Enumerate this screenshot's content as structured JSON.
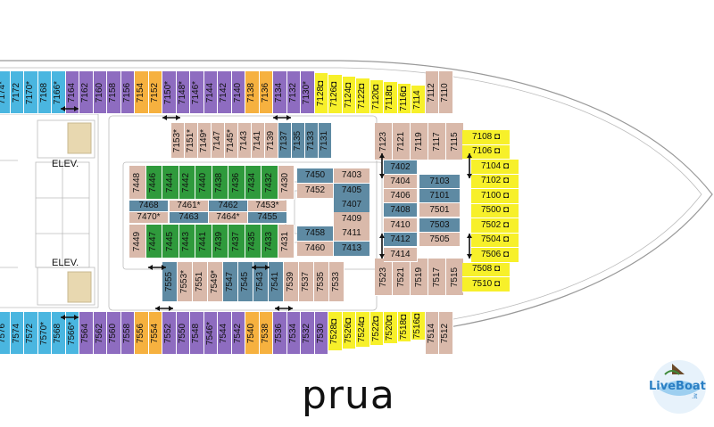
{
  "plan": {
    "top_row": [
      {
        "n": "7174",
        "m": "*",
        "c": "blue"
      },
      {
        "n": "7172",
        "m": "",
        "c": "blue"
      },
      {
        "n": "7170",
        "m": "*",
        "c": "blue"
      },
      {
        "n": "7168",
        "m": "",
        "c": "blue"
      },
      {
        "n": "7166",
        "m": "*",
        "c": "blue"
      },
      {
        "n": "7164",
        "m": "",
        "c": "purple"
      },
      {
        "n": "7162",
        "m": "",
        "c": "purple"
      },
      {
        "n": "7160",
        "m": "",
        "c": "purple"
      },
      {
        "n": "7158",
        "m": "",
        "c": "purple"
      },
      {
        "n": "7156",
        "m": "",
        "c": "purple"
      },
      {
        "n": "7154",
        "m": "",
        "c": "orange"
      },
      {
        "n": "7152",
        "m": "",
        "c": "orange"
      },
      {
        "n": "7150",
        "m": "*",
        "c": "purple"
      },
      {
        "n": "7148",
        "m": "*",
        "c": "purple"
      },
      {
        "n": "7146",
        "m": "*",
        "c": "purple"
      },
      {
        "n": "7144",
        "m": "",
        "c": "purple"
      },
      {
        "n": "7142",
        "m": "",
        "c": "purple"
      },
      {
        "n": "7140",
        "m": "",
        "c": "purple"
      },
      {
        "n": "7138",
        "m": "",
        "c": "orange"
      },
      {
        "n": "7136",
        "m": "",
        "c": "orange"
      },
      {
        "n": "7134",
        "m": "",
        "c": "purple"
      },
      {
        "n": "7132",
        "m": "",
        "c": "purple"
      },
      {
        "n": "7130",
        "m": "*",
        "c": "purple"
      },
      {
        "n": "7128",
        "m": "◘",
        "c": "yellow"
      },
      {
        "n": "7126",
        "m": "◘",
        "c": "yellow"
      },
      {
        "n": "7124",
        "m": "◘",
        "c": "yellow"
      },
      {
        "n": "7122",
        "m": "◘",
        "c": "yellow"
      },
      {
        "n": "7120",
        "m": "◘",
        "c": "yellow"
      },
      {
        "n": "7118",
        "m": "◘",
        "c": "yellow"
      },
      {
        "n": "7116",
        "m": "◘",
        "c": "yellow"
      },
      {
        "n": "7114",
        "m": "",
        "c": "yellow"
      },
      {
        "n": "7112",
        "m": "",
        "c": "pink"
      },
      {
        "n": "7110",
        "m": "",
        "c": "pink"
      }
    ],
    "bottom_row": [
      {
        "n": "7576",
        "m": "",
        "c": "blue"
      },
      {
        "n": "7574",
        "m": "",
        "c": "blue"
      },
      {
        "n": "7572",
        "m": "",
        "c": "blue"
      },
      {
        "n": "7570",
        "m": "*",
        "c": "blue"
      },
      {
        "n": "7568",
        "m": "",
        "c": "blue"
      },
      {
        "n": "7566",
        "m": "*",
        "c": "blue"
      },
      {
        "n": "7564",
        "m": "",
        "c": "purple"
      },
      {
        "n": "7562",
        "m": "",
        "c": "purple"
      },
      {
        "n": "7560",
        "m": "",
        "c": "purple"
      },
      {
        "n": "7558",
        "m": "",
        "c": "purple"
      },
      {
        "n": "7556",
        "m": "",
        "c": "orange"
      },
      {
        "n": "7554",
        "m": "",
        "c": "orange"
      },
      {
        "n": "7552",
        "m": "",
        "c": "purple"
      },
      {
        "n": "7550",
        "m": "",
        "c": "purple"
      },
      {
        "n": "7548",
        "m": "",
        "c": "purple"
      },
      {
        "n": "7546",
        "m": "*",
        "c": "purple"
      },
      {
        "n": "7544",
        "m": "",
        "c": "purple"
      },
      {
        "n": "7542",
        "m": "",
        "c": "purple"
      },
      {
        "n": "7540",
        "m": "",
        "c": "orange"
      },
      {
        "n": "7538",
        "m": "",
        "c": "orange"
      },
      {
        "n": "7536",
        "m": "",
        "c": "purple"
      },
      {
        "n": "7534",
        "m": "",
        "c": "purple"
      },
      {
        "n": "7532",
        "m": "",
        "c": "purple"
      },
      {
        "n": "7530",
        "m": "",
        "c": "purple"
      },
      {
        "n": "7528",
        "m": "◘",
        "c": "yellow"
      },
      {
        "n": "7526",
        "m": "◘",
        "c": "yellow"
      },
      {
        "n": "7524",
        "m": "◘",
        "c": "yellow"
      },
      {
        "n": "7522",
        "m": "◘",
        "c": "yellow"
      },
      {
        "n": "7520",
        "m": "◘",
        "c": "yellow"
      },
      {
        "n": "7518",
        "m": "◘",
        "c": "yellow"
      },
      {
        "n": "7516",
        "m": "◘",
        "c": "yellow"
      },
      {
        "n": "7514",
        "m": "",
        "c": "pink"
      },
      {
        "n": "7512",
        "m": "",
        "c": "pink"
      }
    ],
    "inner_top": [
      {
        "n": "7153",
        "m": "*",
        "c": "pink"
      },
      {
        "n": "7151",
        "m": "*",
        "c": "pink"
      },
      {
        "n": "7149",
        "m": "*",
        "c": "pink"
      },
      {
        "n": "7147",
        "m": "",
        "c": "pink"
      },
      {
        "n": "7145",
        "m": "*",
        "c": "pink"
      },
      {
        "n": "7143",
        "m": "",
        "c": "pink"
      },
      {
        "n": "7141",
        "m": "",
        "c": "pink"
      },
      {
        "n": "7139",
        "m": "",
        "c": "pink"
      },
      {
        "n": "7137",
        "m": "",
        "c": "slate"
      },
      {
        "n": "7135",
        "m": "",
        "c": "slate"
      },
      {
        "n": "7133",
        "m": "",
        "c": "slate"
      },
      {
        "n": "7131",
        "m": "",
        "c": "slate"
      }
    ],
    "inner_bottom": [
      {
        "n": "7555",
        "m": "",
        "c": "slate"
      },
      {
        "n": "7553",
        "m": "*",
        "c": "pink"
      },
      {
        "n": "7551",
        "m": "",
        "c": "pink"
      },
      {
        "n": "7549",
        "m": "*",
        "c": "pink"
      },
      {
        "n": "7547",
        "m": "",
        "c": "slate"
      },
      {
        "n": "7545",
        "m": "",
        "c": "slate"
      },
      {
        "n": "7543",
        "m": "",
        "c": "slate"
      },
      {
        "n": "7541",
        "m": "",
        "c": "slate"
      },
      {
        "n": "7539",
        "m": "",
        "c": "pink"
      },
      {
        "n": "7537",
        "m": "",
        "c": "pink"
      },
      {
        "n": "7535",
        "m": "",
        "c": "pink"
      },
      {
        "n": "7533",
        "m": "",
        "c": "pink"
      }
    ],
    "block_upper": [
      {
        "n": "7448",
        "c": "pink"
      },
      {
        "n": "7446",
        "c": "green"
      },
      {
        "n": "7444",
        "c": "green"
      },
      {
        "n": "7442",
        "c": "green"
      },
      {
        "n": "7440",
        "c": "green"
      },
      {
        "n": "7438",
        "c": "green"
      },
      {
        "n": "7436",
        "c": "green"
      },
      {
        "n": "7434",
        "c": "green"
      },
      {
        "n": "7432",
        "c": "green"
      },
      {
        "n": "7430",
        "c": "pink"
      }
    ],
    "block_lower": [
      {
        "n": "7449",
        "c": "pink"
      },
      {
        "n": "7447",
        "c": "green"
      },
      {
        "n": "7445",
        "c": "green"
      },
      {
        "n": "7443",
        "c": "green"
      },
      {
        "n": "7441",
        "c": "green"
      },
      {
        "n": "7439",
        "c": "green"
      },
      {
        "n": "7437",
        "c": "green"
      },
      {
        "n": "7435",
        "c": "green"
      },
      {
        "n": "7433",
        "c": "green"
      },
      {
        "n": "7431",
        "c": "pink"
      }
    ],
    "block_mid": [
      {
        "n": "7468",
        "m": "",
        "c": "slate"
      },
      {
        "n": "7461",
        "m": "*",
        "c": "pink"
      },
      {
        "n": "7462",
        "m": "",
        "c": "slate"
      },
      {
        "n": "7453",
        "m": "*",
        "c": "pink"
      },
      {
        "n": "7470",
        "m": "*",
        "c": "pink"
      },
      {
        "n": "7463",
        "m": "",
        "c": "slate"
      },
      {
        "n": "7464",
        "m": "*",
        "c": "pink"
      },
      {
        "n": "7455",
        "m": "",
        "c": "slate"
      }
    ],
    "block_right": [
      {
        "n": "7450",
        "c": "slate"
      },
      {
        "n": "7403",
        "c": "pink"
      },
      {
        "n": "7452",
        "c": "pink"
      },
      {
        "n": "7405",
        "c": "slate"
      },
      {
        "n": "7407",
        "c": "slate"
      },
      {
        "n": "7409",
        "c": "pink"
      },
      {
        "n": "7458",
        "c": "slate"
      },
      {
        "n": "7411",
        "c": "pink"
      },
      {
        "n": "7460",
        "c": "pink"
      },
      {
        "n": "7413",
        "c": "slate"
      }
    ],
    "fore_top": [
      {
        "n": "7123",
        "c": "pink"
      },
      {
        "n": "7121",
        "c": "pink"
      },
      {
        "n": "7119",
        "c": "pink"
      },
      {
        "n": "7117",
        "c": "pink"
      },
      {
        "n": "7115",
        "c": "pink"
      }
    ],
    "fore_bottom": [
      {
        "n": "7523",
        "c": "pink"
      },
      {
        "n": "7521",
        "c": "pink"
      },
      {
        "n": "7519",
        "c": "pink"
      },
      {
        "n": "7517",
        "c": "pink"
      },
      {
        "n": "7515",
        "c": "pink"
      }
    ],
    "fore_grid": [
      {
        "n": "7402",
        "c": "slate"
      },
      {
        "n": "7404",
        "c": "pink"
      },
      {
        "n": "7103",
        "c": "slate"
      },
      {
        "n": "7406",
        "c": "pink"
      },
      {
        "n": "7101",
        "c": "slate"
      },
      {
        "n": "7408",
        "c": "slate"
      },
      {
        "n": "7501",
        "c": "pink"
      },
      {
        "n": "7410",
        "c": "pink"
      },
      {
        "n": "7503",
        "c": "slate"
      },
      {
        "n": "7412",
        "c": "slate"
      },
      {
        "n": "7505",
        "c": "pink"
      },
      {
        "n": "7414",
        "c": "pink"
      }
    ],
    "bow_yellow": [
      {
        "n": "7108",
        "m": "◘"
      },
      {
        "n": "7106",
        "m": "◘"
      },
      {
        "n": "7104",
        "m": "◘"
      },
      {
        "n": "7102",
        "m": "◘"
      },
      {
        "n": "7100",
        "m": "◘"
      },
      {
        "n": "7500",
        "m": "◘"
      },
      {
        "n": "7502",
        "m": "◘"
      },
      {
        "n": "7504",
        "m": "◘"
      },
      {
        "n": "7506",
        "m": "◘"
      },
      {
        "n": "7508",
        "m": "◘"
      },
      {
        "n": "7510",
        "m": "◘"
      }
    ],
    "elev_labels": [
      "ELEV.",
      "ELEV."
    ]
  },
  "footer": {
    "title": "prua",
    "logo_text": "LiveBoat",
    "logo_sub": ".it"
  },
  "colors": {
    "purple": "#8e6cc0",
    "blue": "#4ab6e0",
    "orange": "#f6b13f",
    "pink": "#d9b9aa",
    "slate": "#5e8aa3",
    "green": "#2f9a3c",
    "yellow": "#f7f02a"
  }
}
